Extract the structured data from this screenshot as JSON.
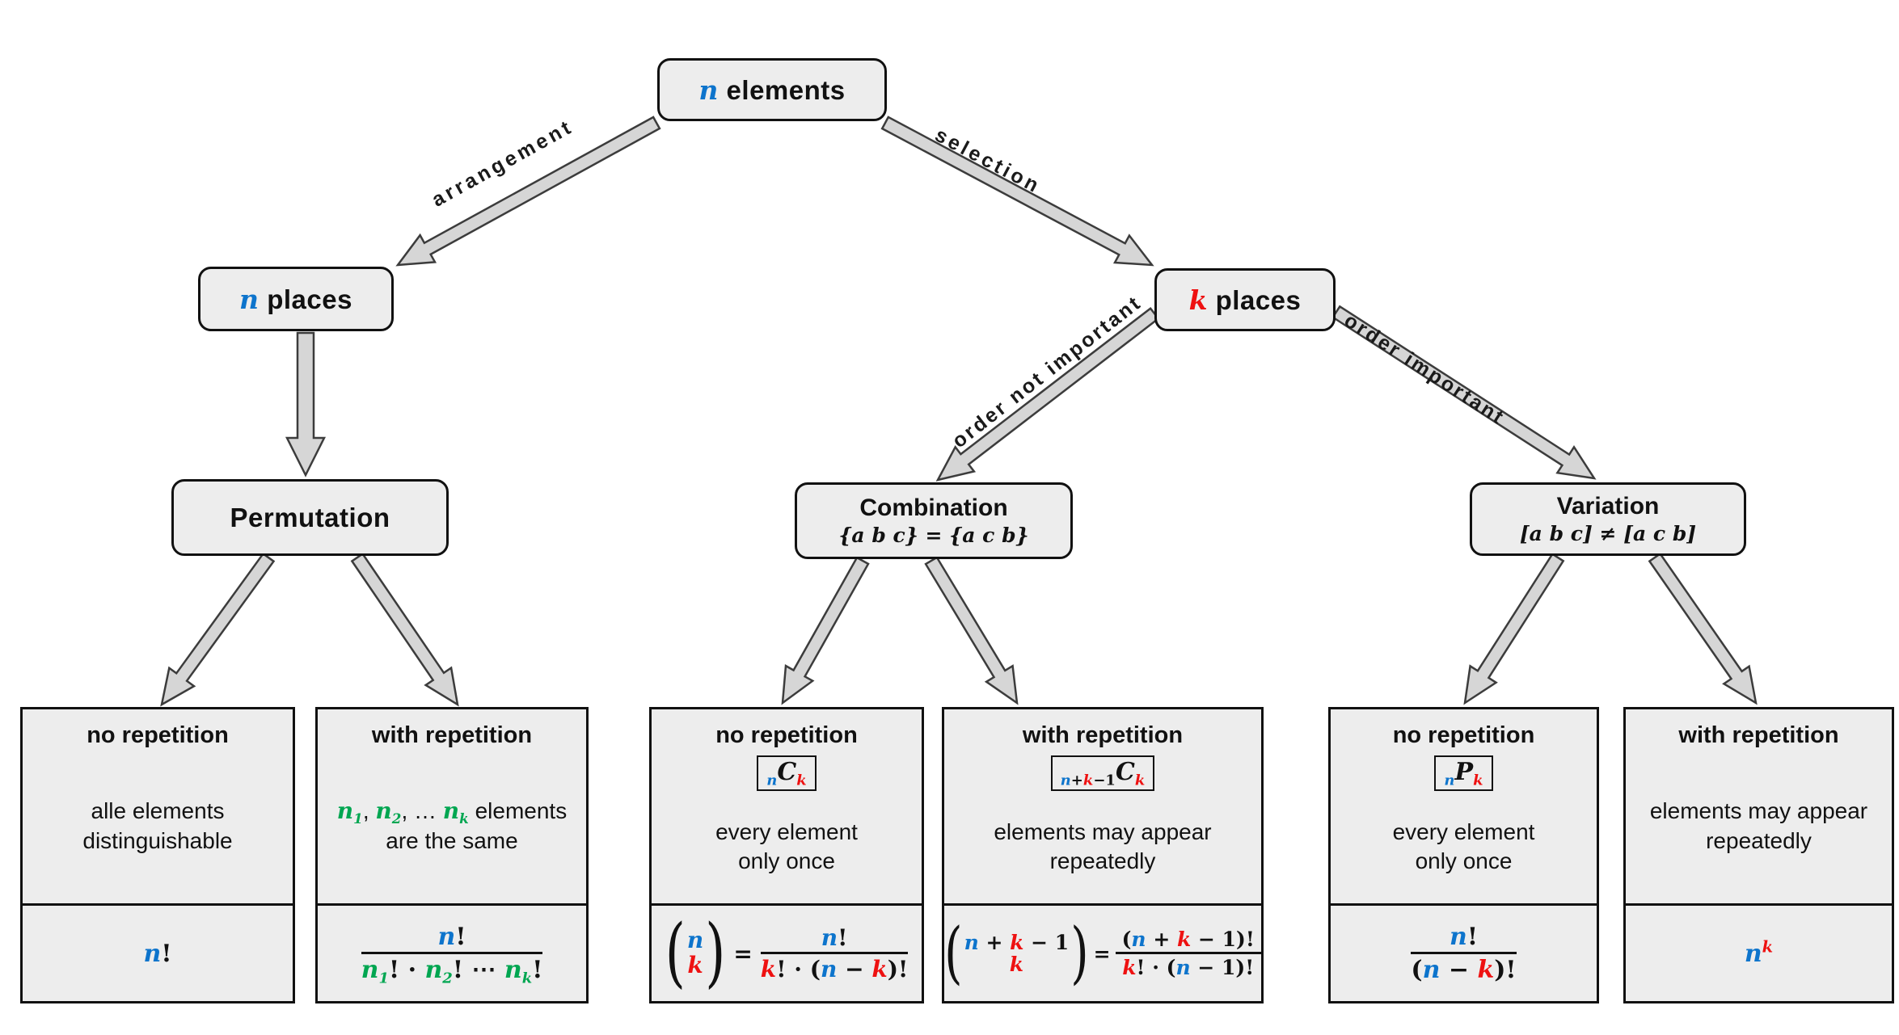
{
  "palette": {
    "blue": "#0d74cc",
    "red": "#ee1111",
    "green": "#00a651",
    "box_fill": "#ededed",
    "arrow_fill": "#d6d6d6",
    "arrow_stroke": "#3c3c3c",
    "ink": "#111111"
  },
  "nodes": {
    "root": {
      "tokens": [
        [
          "n",
          "u"
        ],
        [
          " elements",
          "k"
        ]
      ]
    },
    "n_places": {
      "tokens": [
        [
          "n",
          "u"
        ],
        [
          " places",
          "k"
        ]
      ]
    },
    "k_places": {
      "tokens": [
        [
          "k",
          "r"
        ],
        [
          " places",
          "k"
        ]
      ]
    },
    "permutation": {
      "title": "Permutation"
    },
    "combination": {
      "title": "Combination",
      "subtitle": [
        [
          "{a b c} = {a c b}",
          "i"
        ]
      ]
    },
    "variation": {
      "title": "Variation",
      "subtitle": [
        [
          "[a b c] ≠ [a c b]",
          "i"
        ]
      ]
    }
  },
  "edges": {
    "arrangement": "arrangement",
    "selection": "selection",
    "order_not_important": "order not important",
    "order_important": "order important"
  },
  "cards": [
    {
      "title": "no repetition",
      "desc1": "alle elements",
      "desc2": "distinguishable",
      "formula": [
        [
          "n",
          "u"
        ],
        [
          "!",
          "k"
        ]
      ]
    },
    {
      "title": "with repetition",
      "desc1_tokens": [
        [
          "n",
          "g"
        ],
        [
          "1",
          "g",
          "sub"
        ],
        [
          ", ",
          "k"
        ],
        [
          "n",
          "g"
        ],
        [
          "2",
          "g",
          "sub"
        ],
        [
          ", … ",
          "k"
        ],
        [
          "n",
          "g"
        ],
        [
          "k",
          "g",
          "sub"
        ],
        [
          " elements",
          "k"
        ]
      ],
      "desc2": "are the same",
      "num": [
        [
          "n",
          "u"
        ],
        [
          "!",
          "k"
        ]
      ],
      "den": [
        [
          "n",
          "g"
        ],
        [
          "1",
          "g",
          "sub"
        ],
        [
          "! · ",
          "k"
        ],
        [
          "n",
          "g"
        ],
        [
          "2",
          "g",
          "sub"
        ],
        [
          "! ⋯ ",
          "k"
        ],
        [
          "n",
          "g"
        ],
        [
          "k",
          "g",
          "sub"
        ],
        [
          "!",
          "k"
        ]
      ]
    },
    {
      "title": "no repetition",
      "badge": [
        [
          "n",
          "u",
          "sub"
        ],
        [
          "C",
          "i"
        ],
        [
          "k",
          "r",
          "sub"
        ]
      ],
      "desc1": "every element",
      "desc2": "only once",
      "binom_top": [
        [
          "n",
          "u"
        ]
      ],
      "binom_bottom": [
        [
          "k",
          "r"
        ]
      ],
      "eq": "=",
      "num": [
        [
          "n",
          "u"
        ],
        [
          "!",
          "k"
        ]
      ],
      "den": [
        [
          "k",
          "r"
        ],
        [
          "! · (",
          "k"
        ],
        [
          "n",
          "u"
        ],
        [
          " − ",
          "k"
        ],
        [
          "k",
          "r"
        ],
        [
          ")!",
          "k"
        ]
      ]
    },
    {
      "title": "with repetition",
      "badge": [
        [
          "n",
          "u",
          "sub"
        ],
        [
          "+",
          "k",
          "sub"
        ],
        [
          "k",
          "r",
          "sub"
        ],
        [
          "−1",
          "k",
          "sub"
        ],
        [
          "C",
          "i"
        ],
        [
          "k",
          "r",
          "sub"
        ]
      ],
      "desc1": "elements may appear",
      "desc2": "repeatedly",
      "binom_top": [
        [
          "n",
          "u"
        ],
        [
          " + ",
          "k"
        ],
        [
          "k",
          "r"
        ],
        [
          " − 1",
          "k"
        ]
      ],
      "binom_bottom": [
        [
          "k",
          "r"
        ]
      ],
      "eq": "=",
      "num": [
        [
          "(",
          "k"
        ],
        [
          "n",
          "u"
        ],
        [
          " + ",
          "k"
        ],
        [
          "k",
          "r"
        ],
        [
          " − 1)!",
          "k"
        ]
      ],
      "den": [
        [
          "k",
          "r"
        ],
        [
          "! · (",
          "k"
        ],
        [
          "n",
          "u"
        ],
        [
          " − 1)!",
          "k"
        ]
      ]
    },
    {
      "title": "no repetition",
      "badge": [
        [
          "n",
          "u",
          "sub"
        ],
        [
          "P",
          "i"
        ],
        [
          "k",
          "r",
          "sub"
        ]
      ],
      "desc1": "every element",
      "desc2": "only once",
      "num": [
        [
          "n",
          "u"
        ],
        [
          "!",
          "k"
        ]
      ],
      "den": [
        [
          "(",
          "k"
        ],
        [
          "n",
          "u"
        ],
        [
          " − ",
          "k"
        ],
        [
          "k",
          "r"
        ],
        [
          ")!",
          "k"
        ]
      ]
    },
    {
      "title": "with repetition",
      "desc1": "elements may appear",
      "desc2": "repeatedly",
      "formula": [
        [
          "n",
          "u"
        ],
        [
          "k",
          "r",
          "sup"
        ]
      ]
    }
  ]
}
